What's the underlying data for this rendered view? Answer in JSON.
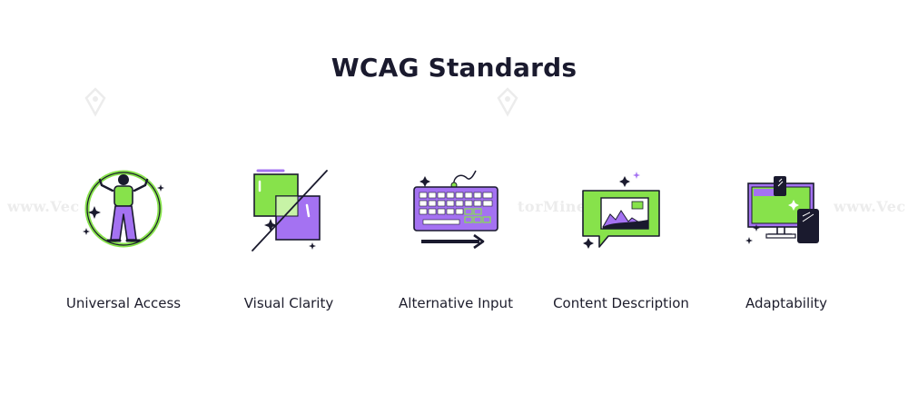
{
  "page": {
    "title": "WCAG Standards"
  },
  "watermark": {
    "left_text": "www.Vec",
    "middle_text": "torMine.c",
    "right_text": "www.Vec",
    "color": "#ececec"
  },
  "colors": {
    "green": "#87e24b",
    "purple": "#a472f2",
    "ink": "#1a1a2e"
  },
  "features": [
    {
      "label": "Universal Access",
      "icon": "universal-access-icon"
    },
    {
      "label": "Visual Clarity",
      "icon": "visual-clarity-icon"
    },
    {
      "label": "Alternative Input",
      "icon": "alternative-input-icon"
    },
    {
      "label": "Content Description",
      "icon": "content-description-icon"
    },
    {
      "label": "Adaptability",
      "icon": "adaptability-icon"
    }
  ]
}
